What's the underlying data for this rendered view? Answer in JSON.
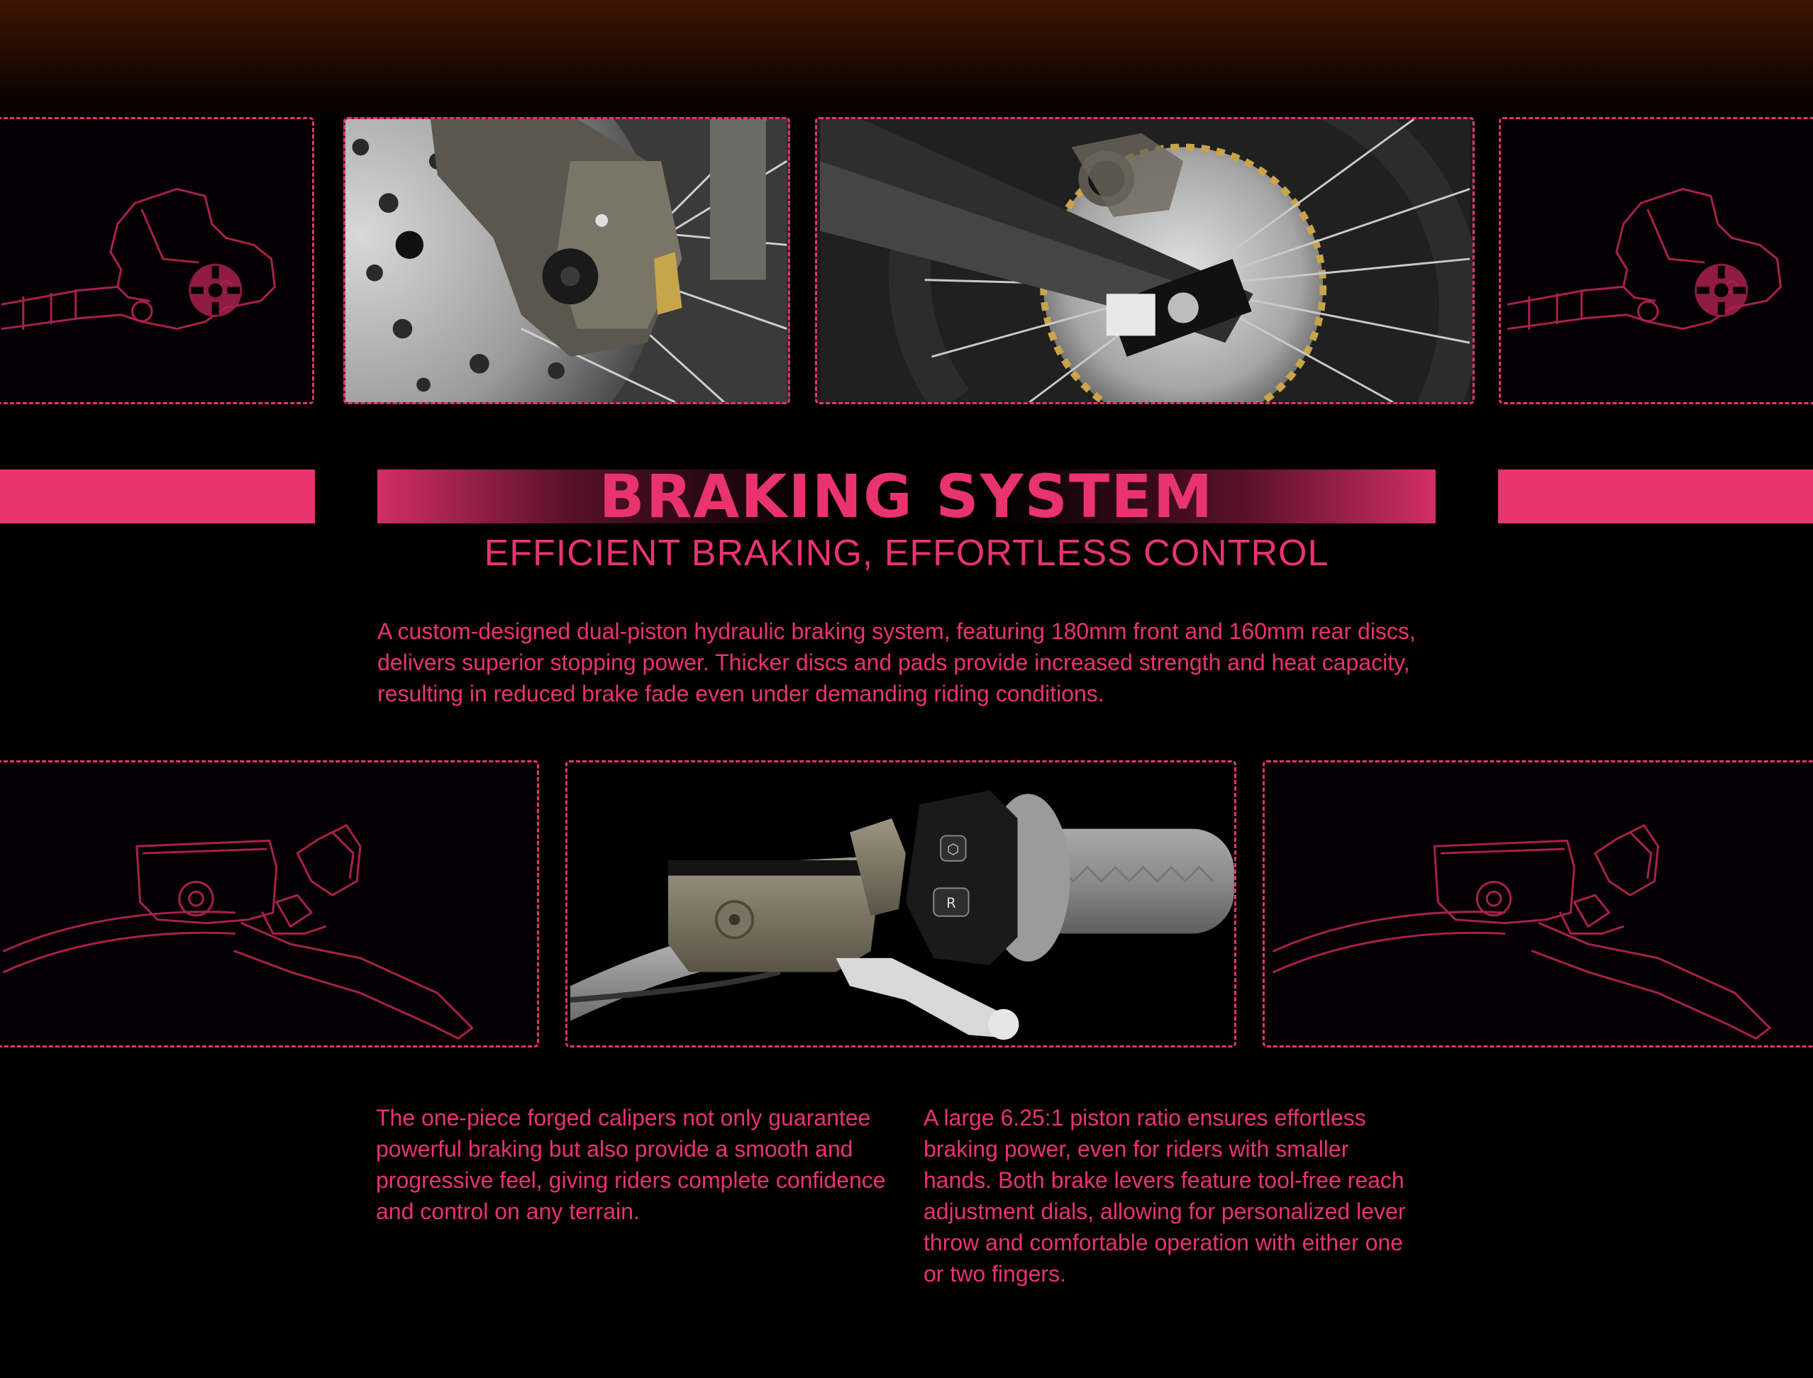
{
  "header": {
    "title": "BRAKING SYSTEM",
    "subtitle": "EFFICIENT BRAKING, EFFORTLESS CONTROL"
  },
  "intro": {
    "text": "A custom-designed dual-piston hydraulic braking system, featuring 180mm front and 160mm rear discs, delivers superior stopping power. Thicker discs and pads provide increased strength and heat capacity, resulting in reduced brake fade even under demanding riding conditions."
  },
  "features": [
    {
      "text": "The one-piece forged calipers not only guarantee powerful braking but also provide a smooth and progressive feel, giving riders complete confidence and control on any terrain."
    },
    {
      "text": "A large 6.25:1 piston ratio ensures effortless braking power, even for riders with smaller hands. Both brake levers feature tool-free reach adjustment dials, allowing for personalized lever throw and comfortable operation with either one or two fingers."
    }
  ],
  "lever_labels": {
    "top": "⬡",
    "bottom": "R"
  },
  "colors": {
    "accent": "#e9336f",
    "sketch": "#a8204f",
    "background": "#000000"
  }
}
